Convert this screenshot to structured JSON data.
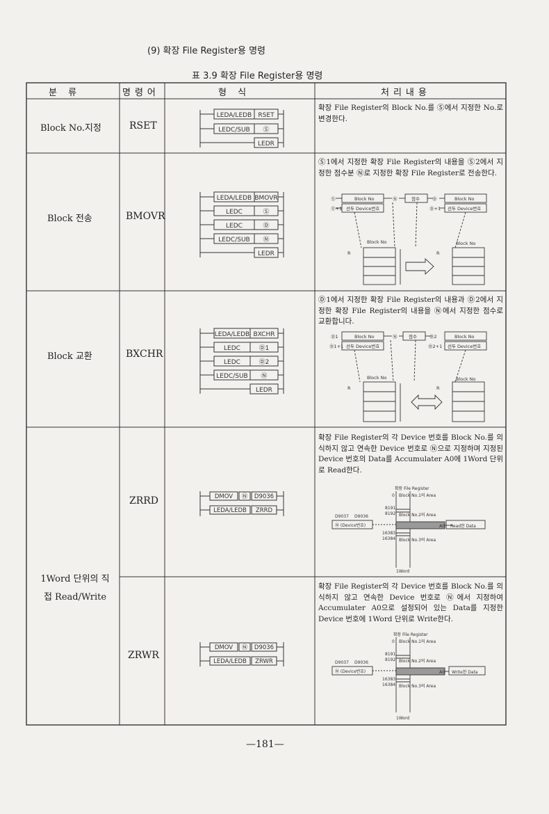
{
  "section_title": "(9) 확장 File Register용 명령",
  "table_caption": "표 3.9 확장 File Register용 명령",
  "headers": {
    "category": "분 류",
    "mnemonic": "명령어",
    "form": "형 식",
    "processing": "처리내용"
  },
  "rows": [
    {
      "category": "Block No.지정",
      "mnemonic": "RSET",
      "ladder": [
        "LEDA/LEDB",
        "RSET",
        "LEDC/SUB",
        "Ⓢ",
        "LEDR"
      ],
      "desc": "확장 File Register의 Block No.를 Ⓢ에서 지정한 No.로 변경한다."
    },
    {
      "category": "Block 전송",
      "mnemonic": "BMOVR",
      "ladder": [
        "LEDA/LEDB",
        "BMOVR",
        "LEDC",
        "Ⓢ",
        "LEDC",
        "Ⓓ",
        "LEDC/SUB",
        "Ⓝ",
        "LEDR"
      ],
      "desc": "Ⓢ1에서 지정한 확장 File Register의 내용을 Ⓢ2에서 지정한 점수분 Ⓝ로 지정한 확장 File Register로 전송한다.",
      "diag": {
        "s": "Ⓢ",
        "s1": "Ⓢ+1",
        "block_no": "Block No",
        "device_no": "선두 Device번호",
        "n": "Ⓝ",
        "count": "점수",
        "d": "Ⓓ",
        "d1": "Ⓓ+1",
        "r": "R"
      }
    },
    {
      "category": "Block 교환",
      "mnemonic": "BXCHR",
      "ladder": [
        "LEDA/LEDB",
        "BXCHR",
        "LEDC",
        "Ⓓ1",
        "LEDC",
        "Ⓓ2",
        "LEDC/SUB",
        "Ⓝ",
        "LEDR"
      ],
      "desc": "Ⓓ1에서 지정한 확장 File Register의 내용과 Ⓓ2에서 지정한 확장 File Register의 내용을 Ⓝ에서 지정한 점수로 교환합니다.",
      "diag": {
        "s": "Ⓓ1",
        "s1": "Ⓓ1+1",
        "block_no": "Block No",
        "device_no": "선두 Device번호",
        "n": "Ⓝ",
        "count": "점수",
        "d": "Ⓓ2",
        "d1": "Ⓓ2+1",
        "r": "R"
      }
    },
    {
      "category": "1Word 단위의 직접 Read/Write",
      "mnemonic": "ZRRD",
      "ladder": [
        "DMOV",
        "Ⓝ",
        "D9036",
        "LEDA/LEDB",
        "ZRRD"
      ],
      "desc": "확장 File Register의 각 Device 번호를 Block No.를 의식하지 않고 연속한 Device 번호로 Ⓝ으로 지정하며 지정된 Device 번호의 Data를 Accumulater A0에 1Word 단위로 Read한다.",
      "diag": {
        "title": "확장 File Register",
        "b1": "Block No.1의 Area",
        "b2": "Block No.2의 Area",
        "b3": "Block No.3의 Area",
        "d37": "D9037",
        "d36": "D9036",
        "dev": "Ⓝ (Device번호)",
        "a0": "A0",
        "out": "Read한 Data",
        "word": "1Word",
        "n0": "0",
        "n8191": "8191",
        "n8192": "8192",
        "n16383": "16383",
        "n16384": "16384"
      }
    },
    {
      "category": "",
      "mnemonic": "ZRWR",
      "ladder": [
        "DMOV",
        "Ⓝ",
        "D9036",
        "LEDA/LEDB",
        "ZRWR"
      ],
      "desc": "확장 File Register의 각 Device 번호를 Block No.를 의식하지 않고 연속한 Device 번호로 Ⓝ에서 지정하여 Accumulater A0으로 설정되어 있는 Data를 지정한 Device 번호에 1Word 단위로 Write한다.",
      "diag": {
        "title": "확장 File Register",
        "b1": "Block No.1의 Area",
        "b2": "Block No.2의 Area",
        "b3": "Block No.3의 Area",
        "d37": "D9037",
        "d36": "D9036",
        "dev": "Ⓝ (Device번호)",
        "a0": "A0",
        "out": "Write한 Data",
        "word": "1Word",
        "n0": "0",
        "n8191": "8191",
        "n8192": "8192",
        "n16383": "16383",
        "n16384": "16384"
      }
    }
  ],
  "page_number": "—181—"
}
